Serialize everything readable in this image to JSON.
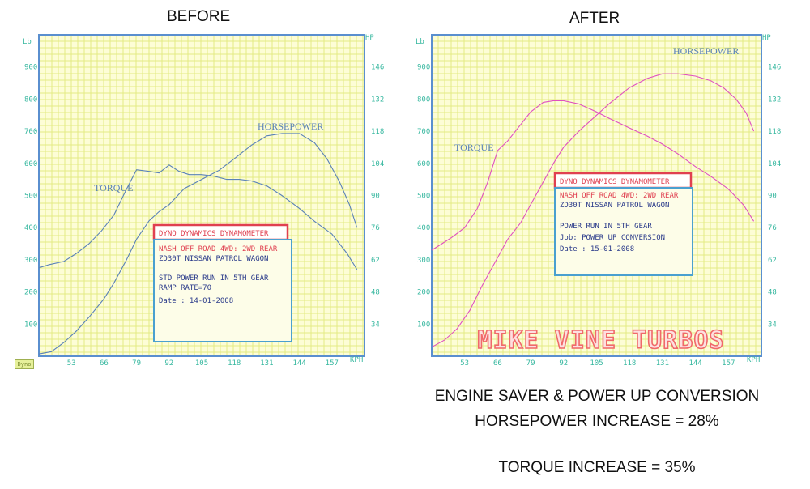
{
  "headings": {
    "before": "BEFORE",
    "after": "AFTER"
  },
  "summary": {
    "line1": "ENGINE SAVER & POWER UP CONVERSION",
    "line2": "HORSEPOWER INCREASE = 28%",
    "line3": "TORQUE INCREASE = 35%"
  },
  "badge": "Dyno",
  "colors": {
    "grid": "#e4ea84",
    "background": "#fdfdd6",
    "border": "#5a8fcf",
    "axis_text": "#38b8a0",
    "before_curve": "#5a82b8",
    "after_curve": "#e050c0",
    "box_title": "#e04050",
    "box_border": "#4aa0d0",
    "box_text": "#2a3a8a",
    "logo": "#f06a6a"
  },
  "chart_data": [
    {
      "type": "line",
      "title": "BEFORE",
      "x": [
        40,
        53,
        66,
        79,
        92,
        105,
        118,
        131,
        144,
        157
      ],
      "xlabel": "KPH",
      "ylabel": "Lb",
      "y2label": "HP",
      "xlim": [
        40,
        170
      ],
      "ylim": [
        0,
        1000
      ],
      "y2lim": [
        20,
        160
      ],
      "xticks": [
        "53",
        "66",
        "79",
        "92",
        "105",
        "118",
        "131",
        "144",
        "157"
      ],
      "yticks": [
        "100",
        "200",
        "300",
        "400",
        "500",
        "600",
        "700",
        "800",
        "900"
      ],
      "y2ticks": [
        "34",
        "48",
        "62",
        "76",
        "90",
        "104",
        "118",
        "132",
        "146"
      ],
      "grid": true,
      "series": [
        {
          "name": "TORQUE",
          "axis": "left",
          "x": [
            40,
            44,
            50,
            55,
            60,
            65,
            70,
            75,
            79,
            84,
            88,
            92,
            96,
            100,
            105,
            110,
            115,
            120,
            125,
            131,
            137,
            144,
            150,
            157,
            163,
            167
          ],
          "values": [
            275,
            285,
            295,
            320,
            350,
            390,
            440,
            520,
            580,
            575,
            570,
            595,
            575,
            565,
            565,
            560,
            550,
            550,
            545,
            530,
            500,
            460,
            420,
            380,
            320,
            270
          ]
        },
        {
          "name": "HORSEPOWER",
          "axis": "right",
          "x": [
            40,
            45,
            50,
            55,
            60,
            66,
            70,
            75,
            79,
            84,
            88,
            92,
            98,
            105,
            112,
            118,
            125,
            131,
            137,
            144,
            150,
            155,
            160,
            164,
            167
          ],
          "values": [
            21,
            22,
            26,
            31,
            37,
            45,
            52,
            62,
            71,
            79,
            83,
            86,
            93,
            97,
            101,
            106,
            112,
            116,
            117,
            117,
            113,
            106,
            96,
            86,
            76
          ]
        }
      ],
      "info_box": {
        "title": "DYNO DYNAMICS DYNAMOMETER",
        "line1": "NASH OFF ROAD 4WD: 2WD REAR",
        "line2": "ZD30T NISSAN PATROL WAGON",
        "line3": "STD POWER RUN IN 5TH GEAR",
        "line4": "RAMP RATE=70",
        "line5": "Date      : 14-01-2008"
      }
    },
    {
      "type": "line",
      "title": "AFTER",
      "x": [
        40,
        53,
        66,
        79,
        92,
        105,
        118,
        131,
        144,
        157
      ],
      "xlabel": "KPH",
      "ylabel": "Lb",
      "y2label": "HP",
      "xlim": [
        40,
        170
      ],
      "ylim": [
        0,
        1000
      ],
      "y2lim": [
        20,
        160
      ],
      "xticks": [
        "53",
        "66",
        "79",
        "92",
        "105",
        "118",
        "131",
        "144",
        "157"
      ],
      "yticks": [
        "100",
        "200",
        "300",
        "400",
        "500",
        "600",
        "700",
        "800",
        "900"
      ],
      "y2ticks": [
        "34",
        "48",
        "62",
        "76",
        "90",
        "104",
        "118",
        "132",
        "146"
      ],
      "grid": true,
      "series": [
        {
          "name": "TORQUE",
          "axis": "left",
          "x": [
            40,
            44,
            48,
            53,
            58,
            62,
            66,
            70,
            75,
            79,
            84,
            88,
            92,
            98,
            105,
            110,
            118,
            125,
            131,
            137,
            144,
            150,
            157,
            163,
            167
          ],
          "values": [
            330,
            350,
            370,
            400,
            460,
            540,
            640,
            670,
            720,
            760,
            790,
            795,
            795,
            785,
            760,
            740,
            710,
            685,
            660,
            630,
            590,
            560,
            520,
            470,
            420
          ]
        },
        {
          "name": "HORSEPOWER",
          "axis": "right",
          "x": [
            40,
            45,
            50,
            55,
            60,
            66,
            70,
            75,
            79,
            84,
            88,
            92,
            98,
            105,
            110,
            118,
            125,
            131,
            137,
            144,
            150,
            155,
            160,
            164,
            167
          ],
          "values": [
            24,
            27,
            32,
            40,
            51,
            63,
            71,
            78,
            86,
            96,
            104,
            111,
            118,
            125,
            130,
            137,
            141,
            143,
            143,
            142,
            140,
            137,
            132,
            126,
            118
          ]
        }
      ],
      "info_box": {
        "title": "DYNO DYNAMICS DYNAMOMETER",
        "line1": "NASH OFF ROAD 4WD: 2WD REAR",
        "line2": "ZD30T NISSAN PATROL WAGON",
        "line3": "POWER RUN IN 5TH GEAR",
        "line4": "Job: POWER UP CONVERSION",
        "line5": "Date      : 15-01-2008"
      },
      "watermark": "MIKE VINE TURBOS"
    }
  ]
}
